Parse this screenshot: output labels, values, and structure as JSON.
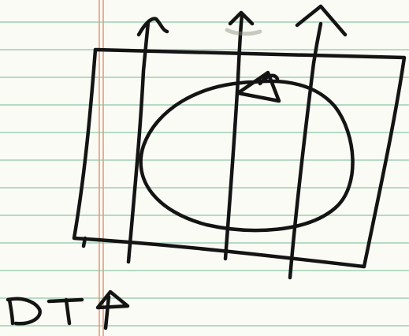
{
  "paper": {
    "rule_color": "#9fd0b4",
    "margin_color": "#e79a7c",
    "background": "#fbfbf5"
  },
  "sketch": {
    "ink_color": "#141414",
    "label": "DT",
    "label_arrow_icon": "up-arrow-icon",
    "elements": [
      "rectangle-boundary",
      "ellipse-loop",
      "loop-direction-arrow",
      "upward-arrow-left",
      "upward-arrow-middle",
      "upward-arrow-right"
    ]
  }
}
